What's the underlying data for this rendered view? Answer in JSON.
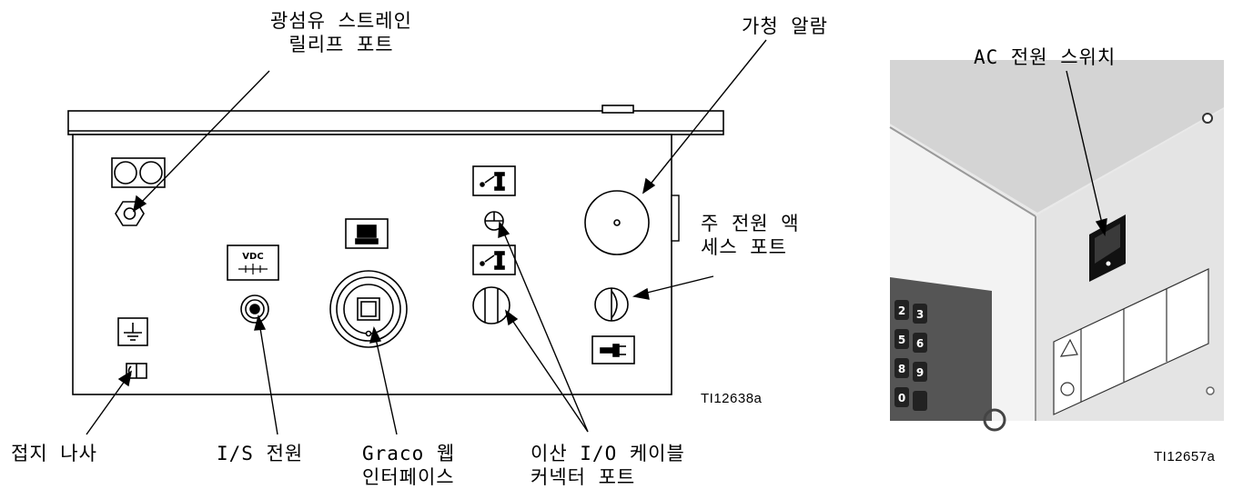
{
  "labels": {
    "fiber_relief_line1": "광섬유 스트레인",
    "fiber_relief_line2": "릴리프 포트",
    "audible_alarm": "가청 알람",
    "main_power_line1": "주 전원 액",
    "main_power_line2": "세스 포트",
    "ground_screw": "접지 나사",
    "is_power": "I/S 전원",
    "graco_web_line1": "Graco 웹",
    "graco_web_line2": "인터페이스",
    "discrete_io_line1": "이산 I/O 케이블",
    "discrete_io_line2": "커넥터 포트",
    "ac_power_switch": "AC 전원 스위치"
  },
  "figure_ids": {
    "left": "TI12638a",
    "right": "TI12657a"
  },
  "panel_text": {
    "vdc": "VDC"
  },
  "keypad_digits": [
    "2",
    "3",
    "5",
    "6",
    "8",
    "9",
    "0"
  ]
}
